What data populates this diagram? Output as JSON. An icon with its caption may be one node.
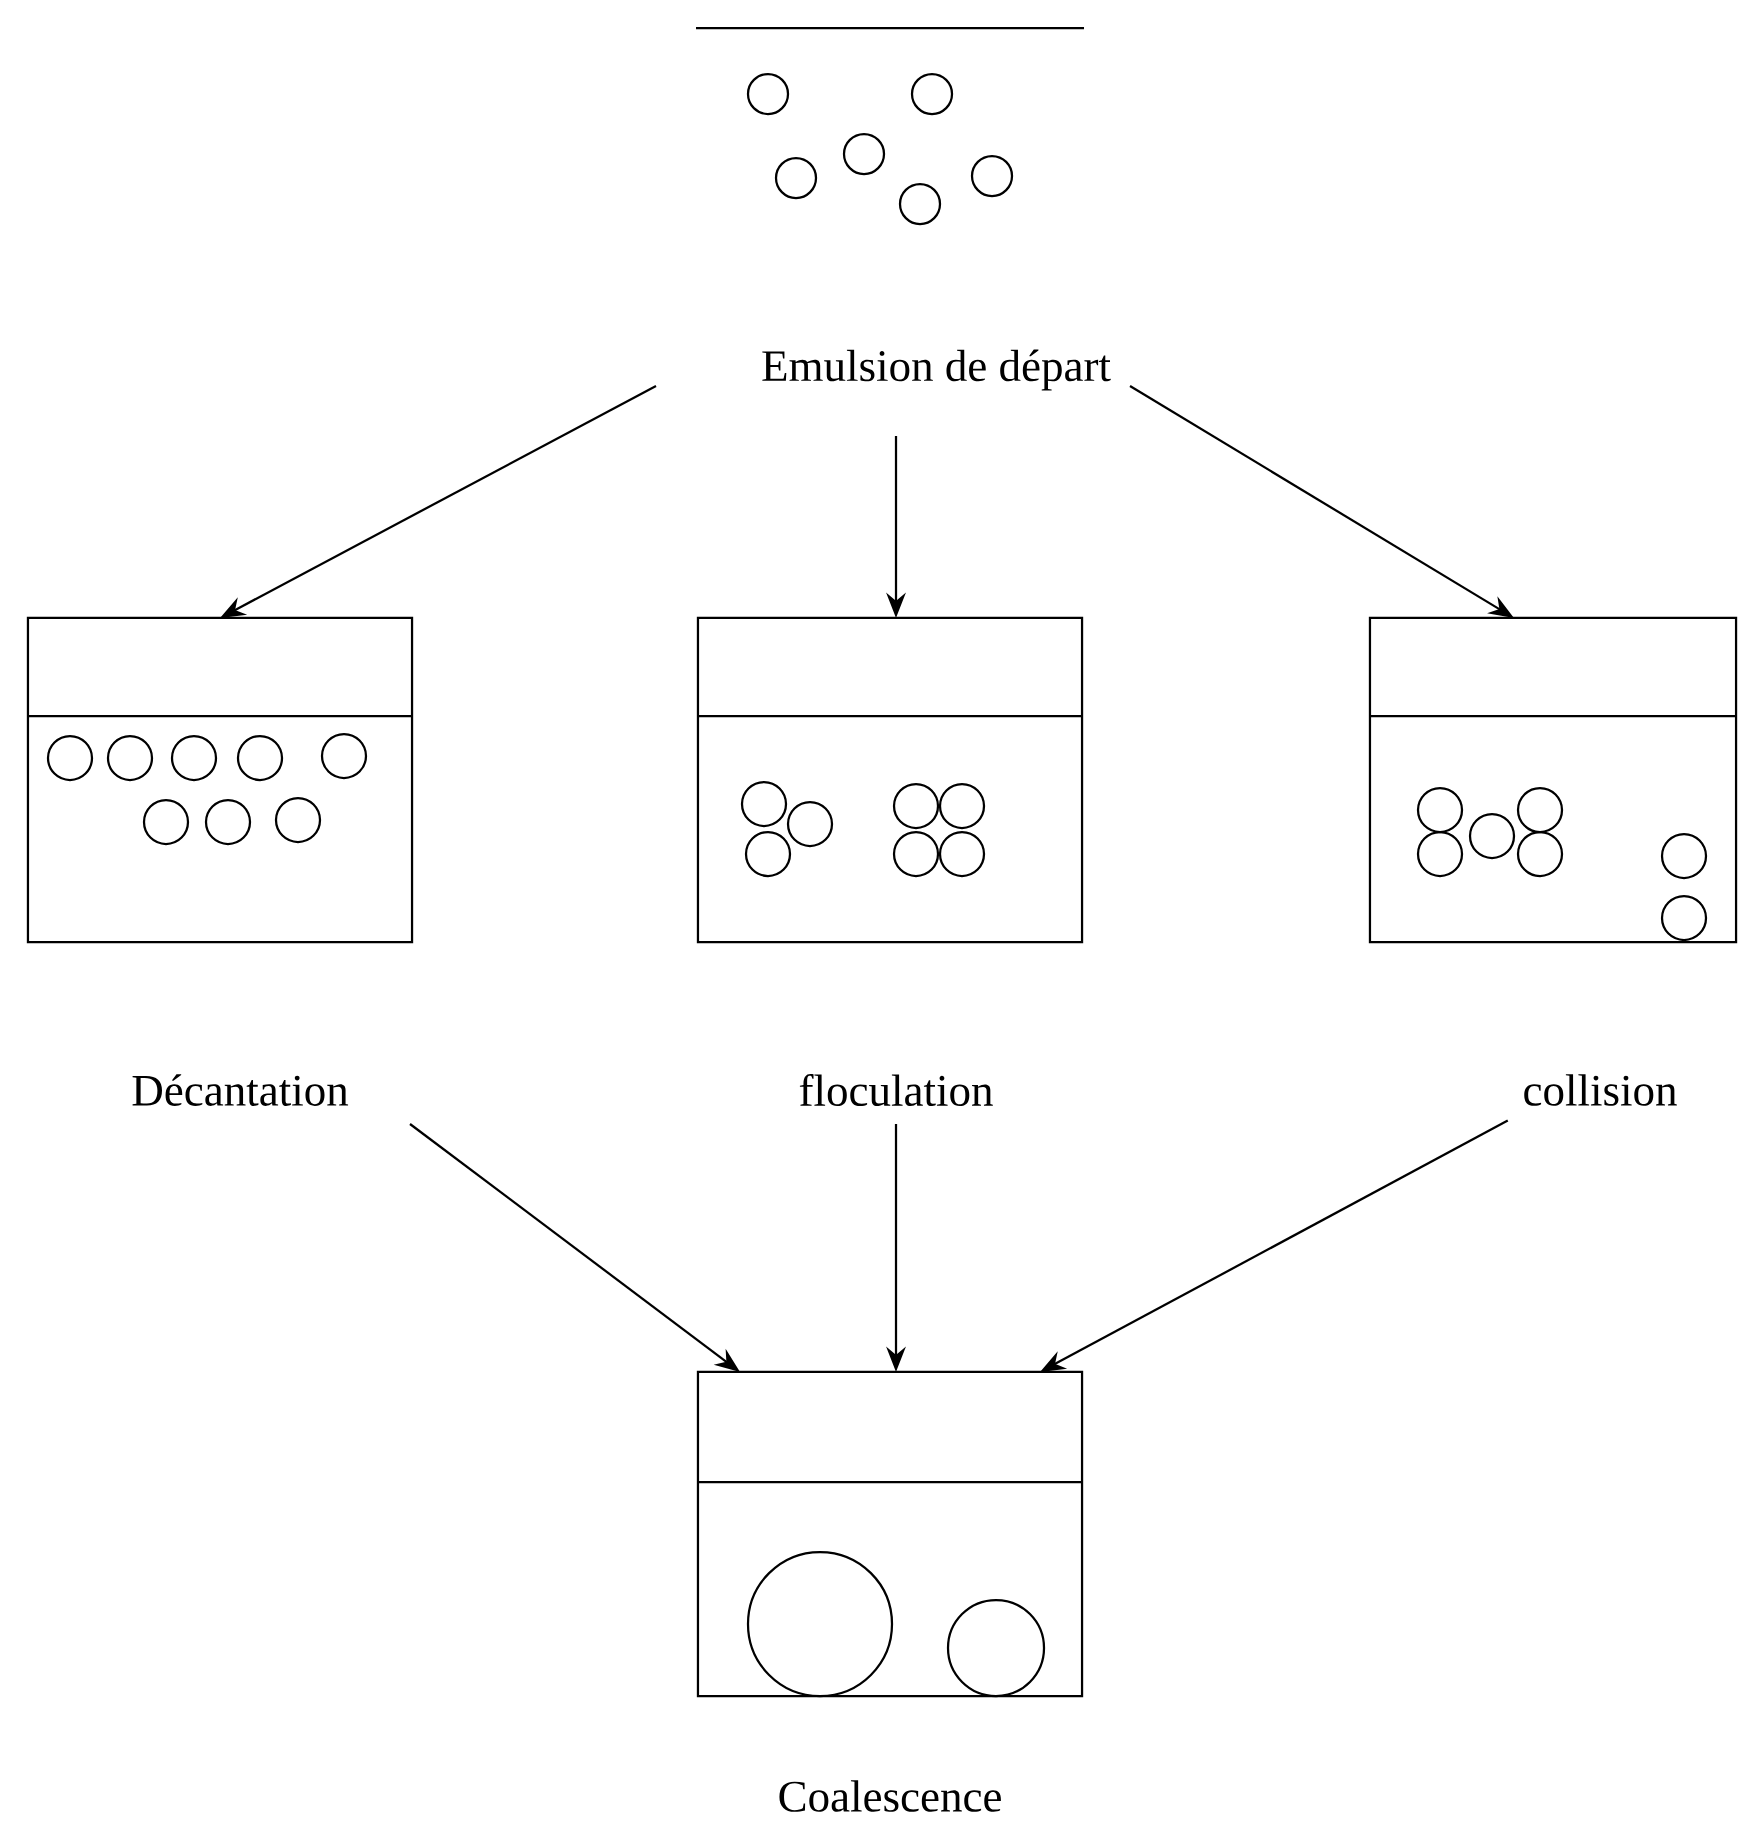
{
  "diagram": {
    "nodes": [
      {
        "text": [
          "Emulsion de départ"
        ]
      },
      {
        "text": [
          "Décantation"
        ]
      },
      {
        "text": [
          "floculation"
        ]
      },
      {
        "text": [
          "collision"
        ]
      },
      {
        "text": [
          "Coalescence"
        ]
      }
    ],
    "edges": [
      {
        "from": 0,
        "to": 1,
        "arrow": "to"
      },
      {
        "from": 0,
        "to": 2,
        "arrow": "to"
      },
      {
        "from": 0,
        "to": 3,
        "arrow": "to"
      },
      {
        "from": 1,
        "to": 4,
        "arrow": "to"
      },
      {
        "from": 2,
        "to": 4,
        "arrow": "to"
      },
      {
        "from": 3,
        "to": 4,
        "arrow": "to"
      }
    ]
  }
}
